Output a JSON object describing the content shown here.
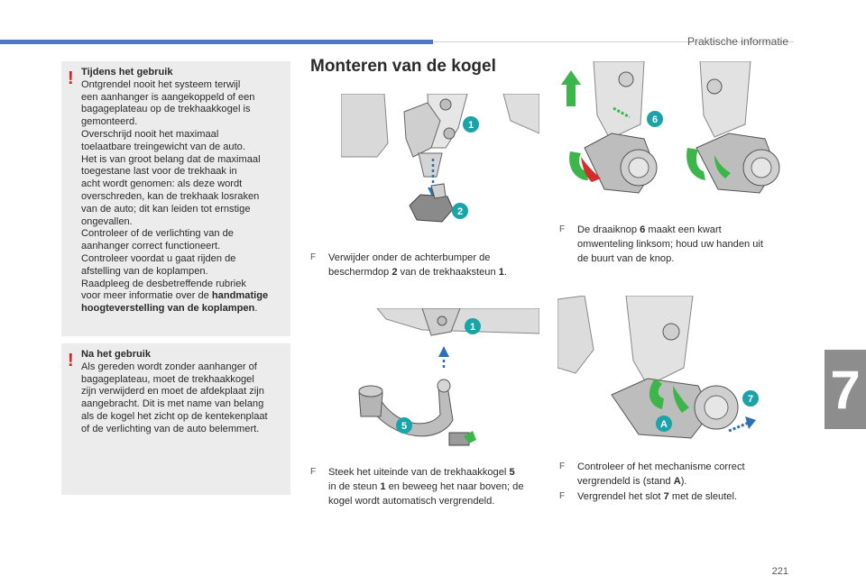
{
  "header": {
    "label": "Praktische informatie",
    "chapter": "7",
    "page_number": "221"
  },
  "colors": {
    "accent_bar": "#4e74c4",
    "warning_mark": "#d8202a",
    "callout": "#1aa3a8",
    "arrow_green": "#3cb54a",
    "arrow_blue": "#2e6fb5",
    "knob_red": "#d62b2b"
  },
  "warning1": {
    "icon": "exclamation-icon",
    "title": "Tijdens het gebruik",
    "lines": [
      "Ontgrendel nooit het systeem terwijl",
      "een aanhanger is aangekoppeld of een",
      "bagageplateau op de trekhaakkogel is",
      "gemonteerd.",
      "Overschrijd nooit het maximaal",
      "toelaatbare treingewicht van de auto.",
      "Het is van groot belang dat de maximaal",
      "toegestane last voor de trekhaak in",
      "acht wordt genomen: als deze wordt",
      "overschreden, kan de trekhaak losraken",
      "van de auto; dit kan leiden tot ernstige",
      "ongevallen.",
      "Controleer of de verlichting van de",
      "aanhanger correct functioneert.",
      "Controleer voordat u gaat rijden de",
      "afstelling van de koplampen.",
      "Raadpleeg de desbetreffende rubriek"
    ],
    "last_line_prefix": "voor meer informatie over de ",
    "last_line_bold": "handmatige",
    "bold_line": "hoogteverstelling van de koplampen",
    "bold_line_suffix": "."
  },
  "warning2": {
    "icon": "exclamation-icon",
    "title": "Na het gebruik",
    "lines": [
      "Als gereden wordt zonder aanhanger of",
      "bagageplateau, moet de trekhaakkogel",
      "zijn verwijderd en moet de afdekplaat zijn",
      "aangebracht. Dit is met name van belang",
      "als de kogel het zicht op de kentekenplaat",
      "of de verlichting van de auto belemmert."
    ]
  },
  "section": {
    "title": "Monteren van de kogel"
  },
  "figures": {
    "fig1": {
      "callouts": [
        "1",
        "2"
      ]
    },
    "fig2": {
      "callouts": [
        "1",
        "5"
      ]
    },
    "fig3": {
      "callouts": [
        "6"
      ]
    },
    "fig5": {
      "callouts": [
        "7",
        "A"
      ]
    }
  },
  "steps": {
    "mark": "F",
    "s1": {
      "l1": "Verwijder onder de achterbumper de",
      "l2a": "beschermdop ",
      "l2b": "2",
      "l2c": " van de trekhaaksteun ",
      "l2d": "1",
      "l2e": "."
    },
    "s2": {
      "l1a": "Steek het uiteinde van de trekhaakkogel ",
      "l1b": "5",
      "l2a": "in de steun ",
      "l2b": "1",
      "l2c": " en beweeg het naar boven; de",
      "l3": "kogel wordt automatisch vergrendeld."
    },
    "s3": {
      "l1a": "De draaiknop ",
      "l1b": "6",
      "l1c": " maakt een kwart",
      "l2": "omwenteling linksom; houd uw handen uit",
      "l3": "de buurt van de knop."
    },
    "s4": {
      "l1": "Controleer of het mechanisme correct",
      "l2a": "vergrendeld is (stand ",
      "l2b": "A",
      "l2c": ")."
    },
    "s5": {
      "l1a": "Vergrendel het slot ",
      "l1b": "7",
      "l1c": " met de sleutel."
    }
  }
}
